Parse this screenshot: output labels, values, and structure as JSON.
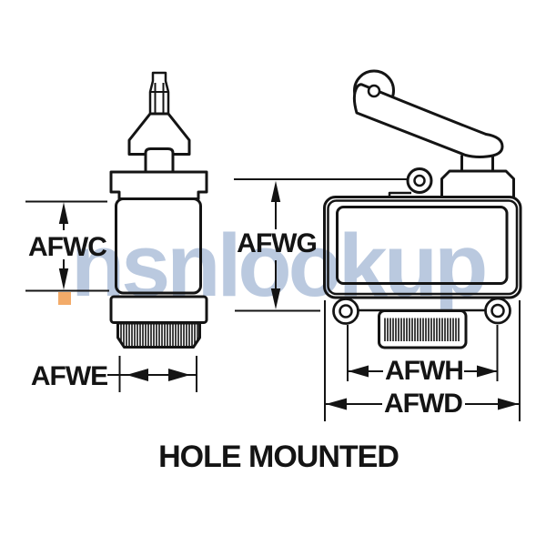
{
  "caption": "HOLE MOUNTED",
  "watermark": {
    "text": "nsnlookup"
  },
  "labels": {
    "afwc": "AFWC",
    "afwe": "AFWE",
    "afwg": "AFWG",
    "afwh": "AFWH",
    "afwd": "AFWD"
  },
  "colors": {
    "line": "#141414",
    "wm_blue": "#b5c5dd",
    "wm_orange": "#f2a661",
    "bg": "#ffffff"
  }
}
